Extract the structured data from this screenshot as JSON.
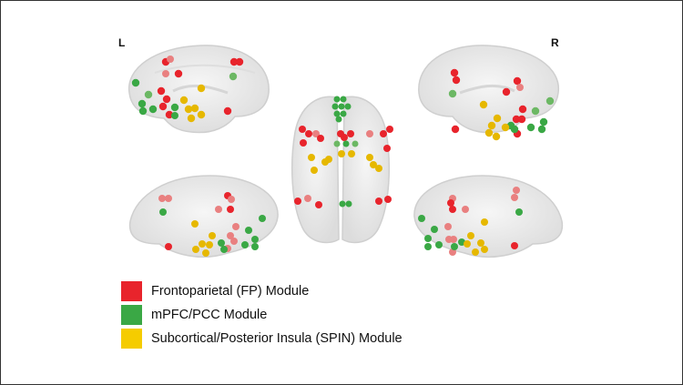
{
  "hemisphere_labels": {
    "left": "L",
    "right": "R"
  },
  "colors": {
    "fp": "#e8242c",
    "mpfc": "#3aa845",
    "spin": "#f5cc00",
    "brain_fill": "#ececec",
    "brain_stroke": "#c8c8c8"
  },
  "views": [
    {
      "name": "left-lateral-view"
    },
    {
      "name": "right-lateral-view"
    },
    {
      "name": "axial-view"
    },
    {
      "name": "left-medial-view"
    },
    {
      "name": "right-medial-view"
    }
  ],
  "legend": {
    "items": [
      {
        "label": "Frontoparietal (FP) Module",
        "color": "#e8242c"
      },
      {
        "label": "mPFC/PCC Module",
        "color": "#3aa845"
      },
      {
        "label": "Subcortical/Posterior Insula (SPIN) Module",
        "color": "#f5cc00"
      }
    ]
  }
}
